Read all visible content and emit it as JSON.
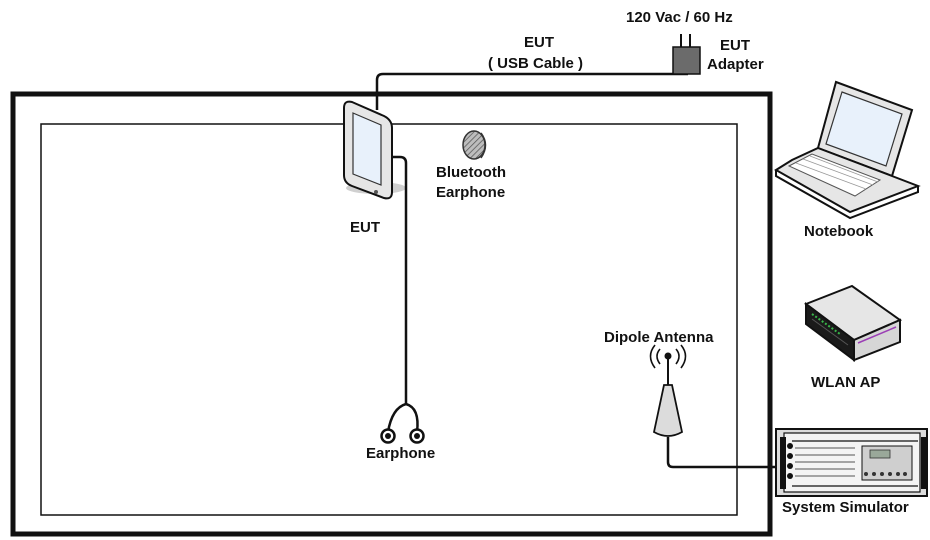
{
  "labels": {
    "power": "120 Vac / 60 Hz",
    "usb_cable_title": "EUT",
    "usb_cable_subtitle": "( USB Cable )",
    "adapter_title": "EUT",
    "adapter_subtitle": "Adapter",
    "eut": "EUT",
    "bluetooth_line1": "Bluetooth",
    "bluetooth_line2": "Earphone",
    "earphone": "Earphone",
    "dipole_antenna": "Dipole Antenna",
    "notebook": "Notebook",
    "wlan_ap": "WLAN AP",
    "system_simulator": "System Simulator"
  },
  "colors": {
    "line": "#111111",
    "device_fill": "#e6e6e6",
    "screen_fill": "#e8f1fb",
    "adapter_fill": "#6b6b6b",
    "ap_green": "#39b54a",
    "ap_purple": "#9b3fb5"
  }
}
